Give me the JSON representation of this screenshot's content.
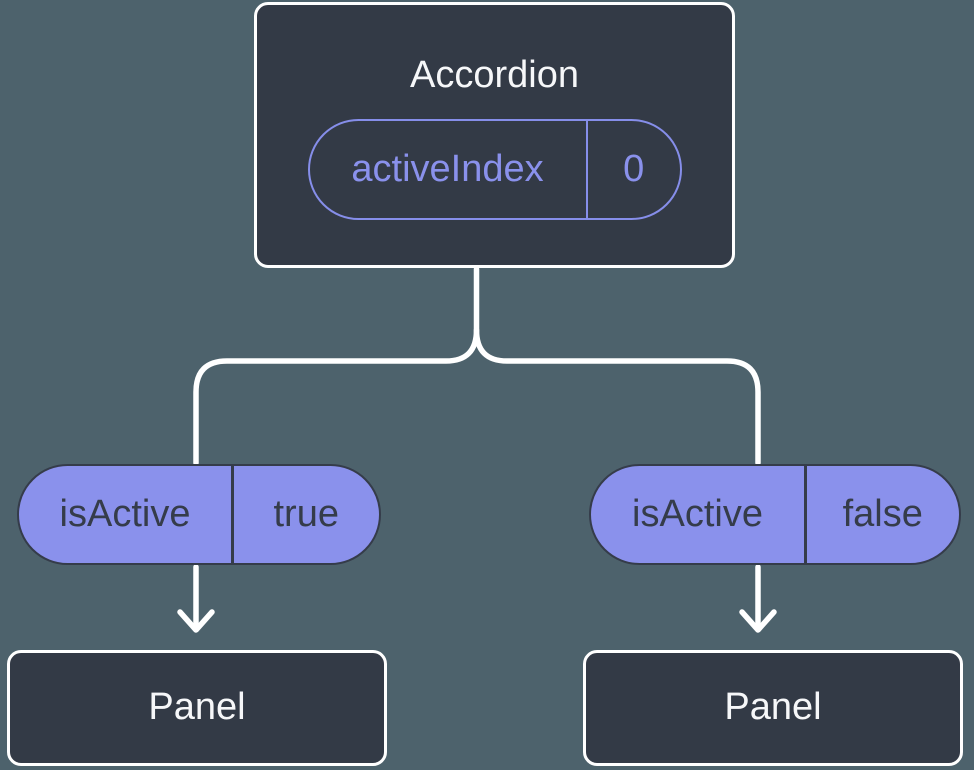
{
  "diagram": {
    "root": {
      "title": "Accordion",
      "state": {
        "name": "activeIndex",
        "value": "0"
      }
    },
    "branches": [
      {
        "prop": {
          "name": "isActive",
          "value": "true"
        },
        "child": {
          "title": "Panel"
        }
      },
      {
        "prop": {
          "name": "isActive",
          "value": "false"
        },
        "child": {
          "title": "Panel"
        }
      }
    ]
  },
  "colors": {
    "background": "#4D626C",
    "node_fill": "#333A46",
    "node_border": "#FFFFFF",
    "node_text": "#F6F7F9",
    "pill_fill": "#8A91EC",
    "pill_outline_purple": "#868EEA",
    "pill_text_purple": "#8A91EC",
    "pill_dark": "#353C4A",
    "connector": "#FFFFFF"
  }
}
